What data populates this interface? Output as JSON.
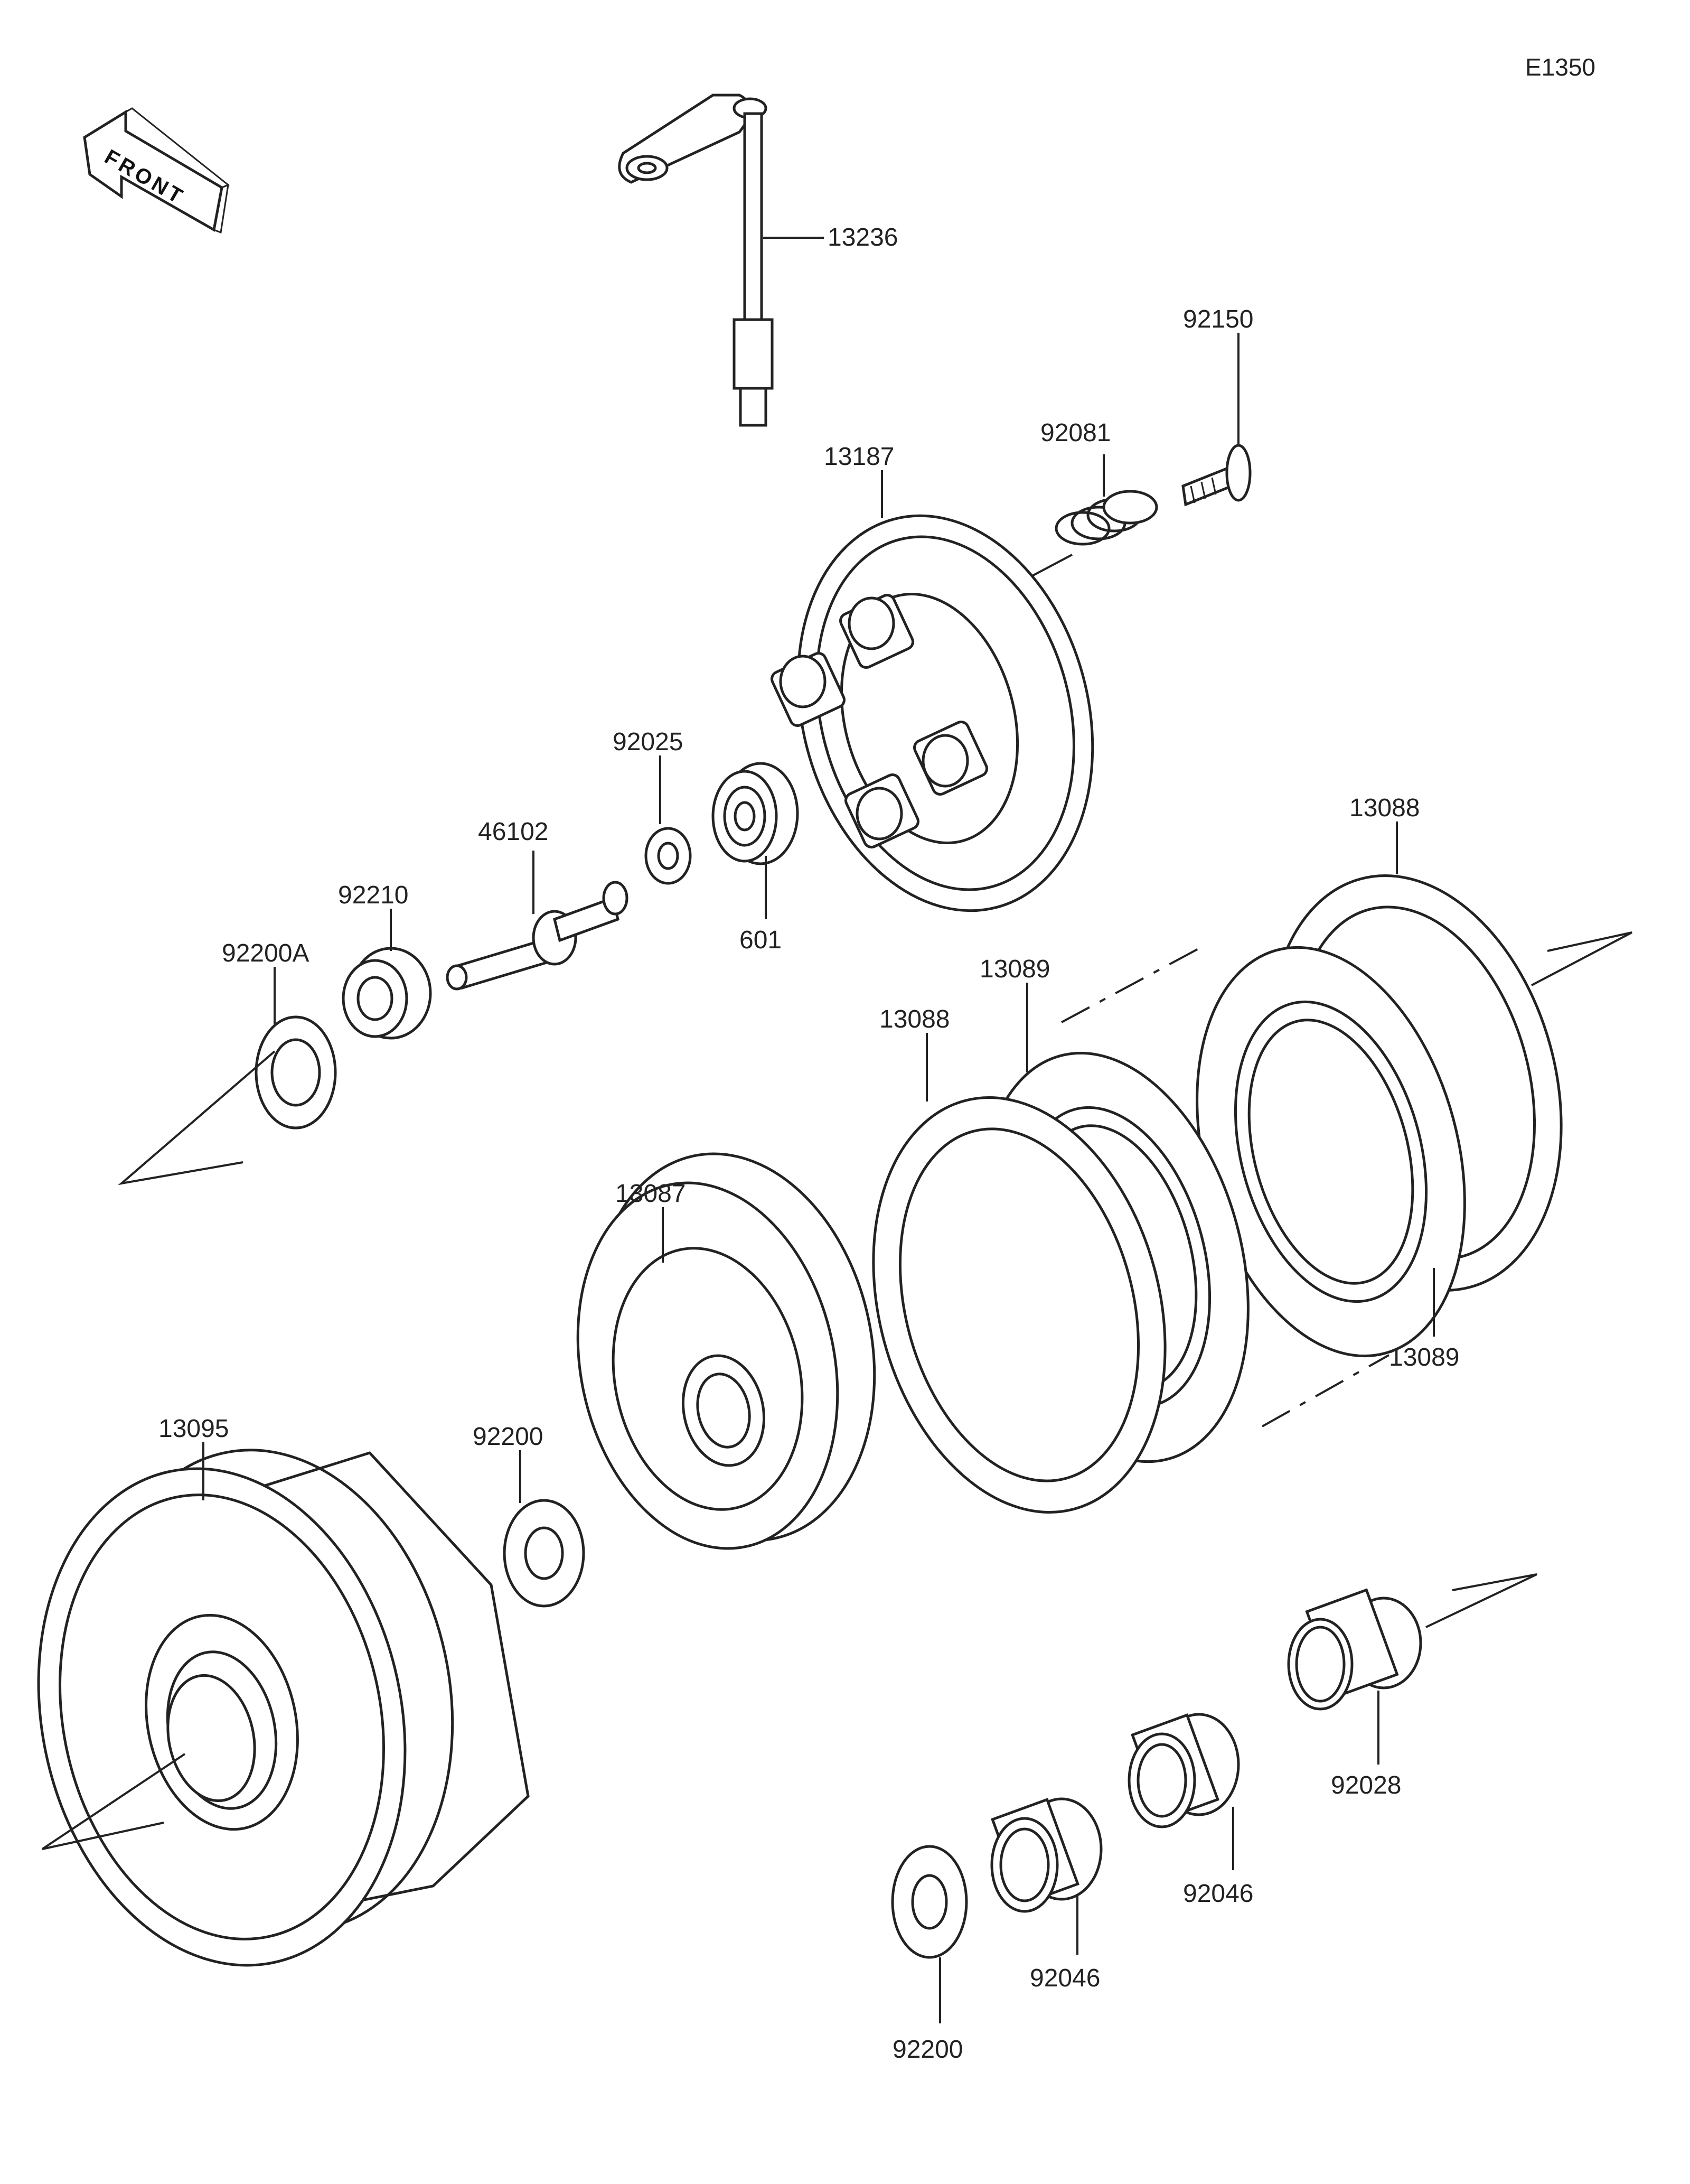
{
  "diagram_code": "E1350",
  "front_marker": {
    "text": "FRONT"
  },
  "parts": [
    {
      "id": "p13236",
      "label": "13236"
    },
    {
      "id": "p92150",
      "label": "92150"
    },
    {
      "id": "p92081",
      "label": "92081"
    },
    {
      "id": "p13187",
      "label": "13187"
    },
    {
      "id": "p92025",
      "label": "92025"
    },
    {
      "id": "p601",
      "label": "601"
    },
    {
      "id": "p46102",
      "label": "46102"
    },
    {
      "id": "p92210",
      "label": "92210"
    },
    {
      "id": "p92200A",
      "label": "92200A"
    },
    {
      "id": "p13088a",
      "label": "13088"
    },
    {
      "id": "p13089a",
      "label": "13089"
    },
    {
      "id": "p13088b",
      "label": "13088"
    },
    {
      "id": "p13089b",
      "label": "13089"
    },
    {
      "id": "p13087",
      "label": "13087"
    },
    {
      "id": "p13095",
      "label": "13095"
    },
    {
      "id": "p92200a",
      "label": "92200"
    },
    {
      "id": "p92028",
      "label": "92028"
    },
    {
      "id": "p92046a",
      "label": "92046"
    },
    {
      "id": "p92046b",
      "label": "92046"
    },
    {
      "id": "p92200b",
      "label": "92200"
    }
  ]
}
